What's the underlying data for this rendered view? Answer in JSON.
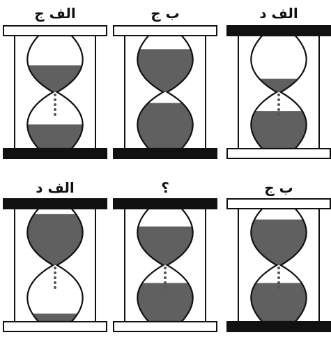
{
  "colors": {
    "sand": "#606060",
    "frame": "#111111",
    "background": "#ffffff",
    "dots": "#555555"
  },
  "puzzle": {
    "cells": [
      {
        "label": "الف ج",
        "top_plate": "white",
        "bottom_plate": "black",
        "top_sand": 0.5,
        "bottom_sand": 0.45,
        "dots": true
      },
      {
        "label": "ب ج",
        "top_plate": "white",
        "bottom_plate": "black",
        "top_sand": 0.8,
        "bottom_sand": 0.85,
        "dots": false
      },
      {
        "label": "الف د",
        "top_plate": "black",
        "bottom_plate": "white",
        "top_sand": 0.25,
        "bottom_sand": 0.7,
        "dots": true
      },
      {
        "label": "الف د",
        "top_plate": "black",
        "bottom_plate": "white",
        "top_sand": 0.95,
        "bottom_sand": 0.15,
        "dots": true
      },
      {
        "label": "؟",
        "top_plate": "black",
        "bottom_plate": "white",
        "top_sand": 0.72,
        "bottom_sand": 0.72,
        "dots": true
      },
      {
        "label": "ب ج",
        "top_plate": "white",
        "bottom_plate": "black",
        "top_sand": 0.85,
        "bottom_sand": 0.72,
        "dots": true
      }
    ]
  }
}
